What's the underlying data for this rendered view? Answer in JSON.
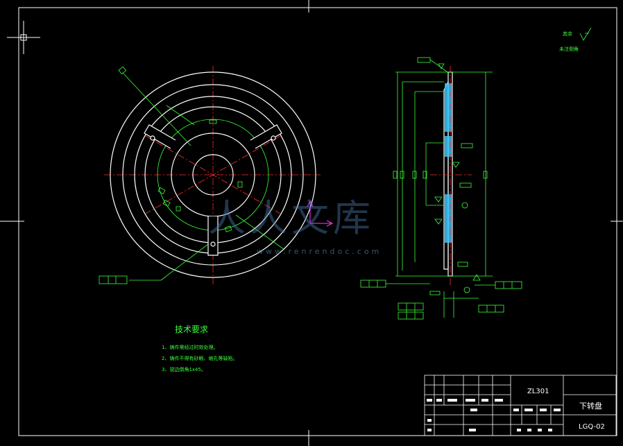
{
  "title_block": {
    "material": "ZL301",
    "part_name": "下转盘",
    "drawing_number": "LGQ-02"
  },
  "tech_requirements": {
    "title": "技术要求",
    "items": [
      "1、铸件需经过时效处理。",
      "2、铸件不得有砂眼、缩孔等缺陷。",
      "3、锐边倒角1x45。"
    ]
  },
  "roughness_note": {
    "line1": "其余",
    "line2": "未注倒角"
  },
  "watermark": {
    "brand": "人人文库",
    "url": "www.renrendoc.com"
  },
  "colors": {
    "background": "#000000",
    "border": "#ffffff",
    "outline": "#ffffff",
    "annotation": "#3bff3b",
    "centerline": "#ff2a2a",
    "hatch": "#33c7ff",
    "ucs": "#ff3cff"
  }
}
